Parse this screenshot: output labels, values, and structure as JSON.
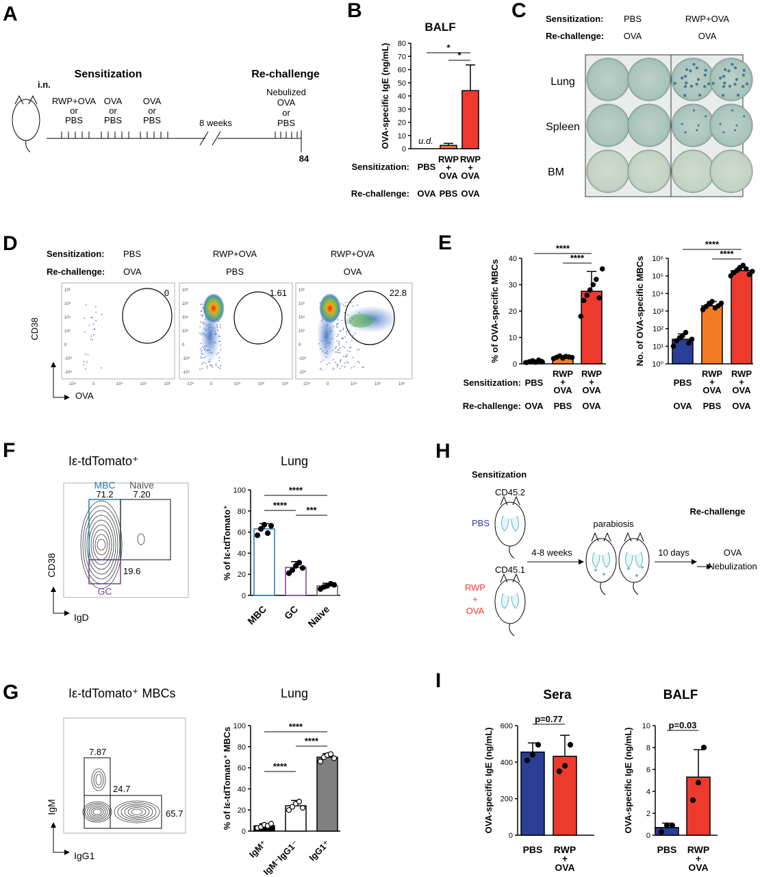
{
  "panels": {
    "A": {
      "letter": "A",
      "route": "i.n.",
      "sensitization_title": "Sensitization",
      "rechallenge_title": "Re-challenge",
      "dose_labels": [
        [
          "RWP+OVA",
          "or",
          "PBS"
        ],
        [
          "OVA",
          "or",
          "PBS"
        ],
        [
          "OVA",
          "or",
          "PBS"
        ]
      ],
      "nebulized": [
        "Nebulized",
        "OVA",
        "or",
        "PBS"
      ],
      "gap_label": "8 weeks",
      "day_label": "84"
    },
    "B": {
      "letter": "B",
      "sig": [
        "*",
        "*"
      ],
      "ud": "u.d.",
      "row_labels": [
        "Sensitization:",
        "Re-challenge:"
      ],
      "sens": [
        [
          "PBS"
        ],
        [
          "RWP",
          "+",
          "OVA"
        ],
        [
          "RWP",
          "+",
          "OVA"
        ]
      ],
      "rech": [
        "OVA",
        "PBS",
        "OVA"
      ]
    },
    "C": {
      "letter": "C",
      "header_labels": [
        "Sensitization:",
        "Re-challenge:"
      ],
      "sens": [
        "PBS",
        "RWP+OVA"
      ],
      "rech": [
        "OVA",
        "OVA"
      ],
      "rows": [
        "Lung",
        "Spleen",
        "BM"
      ]
    },
    "D": {
      "letter": "D",
      "header_labels": [
        "Sensitization:",
        "Re-challenge:"
      ],
      "sens": [
        "PBS",
        "RWP+OVA",
        "RWP+OVA"
      ],
      "rech": [
        "OVA",
        "PBS",
        "OVA"
      ],
      "gate_values": [
        "0",
        "1.61",
        "22.8"
      ],
      "y_axis": "CD38",
      "x_axis": "OVA",
      "ticks_y": [
        "10⁶",
        "10⁵",
        "10⁴",
        "10³",
        "0",
        "-10³",
        "-10⁴"
      ],
      "ticks_x": [
        "-10⁴",
        "0",
        "10⁴",
        "10⁵",
        "10⁶"
      ]
    },
    "E": {
      "letter": "E",
      "sig": [
        "****",
        "****",
        "****",
        "****"
      ],
      "row_labels": [
        "Sensitization:",
        "Re-challenge:"
      ],
      "sens": [
        [
          "PBS"
        ],
        [
          "RWP",
          "+",
          "OVA"
        ],
        [
          "RWP",
          "+",
          "OVA"
        ]
      ],
      "rech": [
        "OVA",
        "PBS",
        "OVA"
      ]
    },
    "F": {
      "letter": "F",
      "flow_title": "Iε-tdTomato⁺",
      "chart_title": "Lung",
      "gates": {
        "mbc": "MBC",
        "mbc_val": "71.2",
        "naive": "Naive",
        "naive_val": "7.20",
        "gc": "GC",
        "gc_val": "19.6"
      },
      "y_axis": "CD38",
      "x_axis": "IgD",
      "sig": [
        "****",
        "****",
        "***"
      ]
    },
    "G": {
      "letter": "G",
      "flow_title": "Iε-tdTomato⁺ MBCs",
      "chart_title": "Lung",
      "gates": [
        "7.87",
        "24.7",
        "65.7"
      ],
      "y_axis": "IgM",
      "x_axis": "IgG1",
      "sig": [
        "****",
        "****",
        "****"
      ]
    },
    "H": {
      "letter": "H",
      "sensitization": "Sensitization",
      "cd452": "CD45.2",
      "cd451": "CD45.1",
      "pbs": "PBS",
      "rwp": [
        "RWP",
        "+",
        "OVA"
      ],
      "weeks": "4-8 weeks",
      "parabiosis": "parabiosis",
      "days": "10 days",
      "rechallenge": "Re-challenge",
      "outcome": [
        "OVA",
        "Nebulization"
      ]
    },
    "I": {
      "letter": "I",
      "pvals": [
        "p=0.77",
        "p=0.03"
      ]
    }
  },
  "chart_data": [
    {
      "id": "B",
      "type": "bar",
      "title": "BALF",
      "ylabel": "OVA-specific IgE (ng/mL)",
      "categories": [
        "PBS | OVA",
        "RWP+OVA | PBS",
        "RWP+OVA | OVA"
      ],
      "values": [
        0,
        2.5,
        44
      ],
      "errors": [
        0,
        1.5,
        19.5
      ],
      "ylim": [
        0,
        80
      ],
      "yticks": [
        0,
        10,
        20,
        30,
        40,
        50,
        60,
        70,
        80
      ],
      "colors": [
        "#ffffff",
        "#f47b25",
        "#ee3a2d"
      ]
    },
    {
      "id": "E-left",
      "type": "bar",
      "ylabel": "% of OVA-specific MBCs",
      "categories": [
        "PBS | OVA",
        "RWP+OVA | PBS",
        "RWP+OVA | OVA"
      ],
      "values": [
        1,
        2.5,
        27.5
      ],
      "errors": [
        0.5,
        0.6,
        7.5
      ],
      "points": [
        [
          0.5,
          0.8,
          1.2,
          0.6,
          1.4,
          0.9
        ],
        [
          2,
          2.5,
          3,
          2.2,
          2.8,
          2.6,
          2.4
        ],
        [
          18,
          24,
          26,
          28,
          30,
          32,
          25,
          36
        ]
      ],
      "ylim": [
        0,
        40
      ],
      "yticks": [
        0,
        10,
        20,
        30,
        40
      ],
      "colors": [
        "#2a3e97",
        "#f47b25",
        "#ee3a2d"
      ]
    },
    {
      "id": "E-right",
      "type": "bar",
      "ylabel": "No. of OVA-specific MBCs",
      "scale": "log",
      "categories": [
        "PBS | OVA",
        "RWP+OVA | PBS",
        "RWP+OVA | OVA"
      ],
      "values": [
        25,
        2000,
        200000
      ],
      "points": [
        [
          10,
          20,
          30,
          40,
          60,
          15,
          25
        ],
        [
          1200,
          1800,
          2500,
          3500,
          1500,
          2000,
          2800
        ],
        [
          100000,
          150000,
          200000,
          300000,
          400000,
          250000,
          120000,
          180000
        ]
      ],
      "ylim": [
        1,
        1000000
      ],
      "yticks": [
        "10⁰",
        "10¹",
        "10²",
        "10³",
        "10⁴",
        "10⁵",
        "10⁶"
      ],
      "colors": [
        "#2a3e97",
        "#f47b25",
        "#ee3a2d"
      ]
    },
    {
      "id": "F",
      "type": "bar",
      "title": "Lung",
      "ylabel": "% of Iε-tdTomato⁺",
      "categories": [
        "MBC",
        "GC",
        "Naive"
      ],
      "values": [
        63,
        26.5,
        9
      ],
      "errors": [
        5,
        5.5,
        2.5
      ],
      "points": [
        [
          57,
          63,
          67,
          59,
          66
        ],
        [
          21,
          24,
          28,
          31,
          26
        ],
        [
          6,
          8,
          9,
          11,
          10
        ]
      ],
      "ylim": [
        0,
        100
      ],
      "yticks": [
        0,
        20,
        40,
        60,
        80,
        100
      ],
      "colors": [
        "#1f7ab8",
        "#7e3d97",
        "#555555"
      ]
    },
    {
      "id": "G",
      "type": "bar",
      "title": "Lung",
      "ylabel": "% of Iε-tdTomato⁺ MBCs",
      "categories": [
        "IgM⁺",
        "IgM⁻IgG1⁻",
        "IgG1⁺"
      ],
      "values": [
        5,
        24,
        70
      ],
      "errors": [
        2,
        5,
        3.5
      ],
      "points": [
        [
          3,
          4,
          6,
          5,
          7
        ],
        [
          20,
          23,
          26,
          28,
          22
        ],
        [
          66,
          70,
          72,
          73,
          69
        ]
      ],
      "ylim": [
        0,
        100
      ],
      "yticks": [
        0,
        20,
        40,
        60,
        80,
        100
      ],
      "colors": [
        "#000000",
        "#ffffff",
        "#808080"
      ]
    },
    {
      "id": "I-sera",
      "type": "bar",
      "title": "Sera",
      "ylabel": "OVA-specific IgE (ng/mL)",
      "categories": [
        "PBS",
        "RWP + OVA"
      ],
      "values": [
        455,
        432
      ],
      "errors": [
        50,
        115
      ],
      "points": [
        [
          410,
          440,
          495
        ],
        [
          350,
          380,
          495
        ]
      ],
      "ylim": [
        0,
        600
      ],
      "yticks": [
        0,
        200,
        400,
        600
      ],
      "colors": [
        "#2a3e97",
        "#ee3a2d"
      ]
    },
    {
      "id": "I-balf",
      "type": "bar",
      "title": "BALF",
      "ylabel": "OVA-specific IgE (ng/mL)",
      "categories": [
        "PBS",
        "RWP + OVA"
      ],
      "values": [
        0.7,
        5.3
      ],
      "errors": [
        0.4,
        2.5
      ],
      "points": [
        [
          0.3,
          0.9,
          0.9
        ],
        [
          3.2,
          4.8,
          8
        ]
      ],
      "ylim": [
        0,
        10
      ],
      "yticks": [
        0,
        2,
        4,
        6,
        8,
        10
      ],
      "colors": [
        "#2a3e97",
        "#ee3a2d"
      ]
    }
  ]
}
